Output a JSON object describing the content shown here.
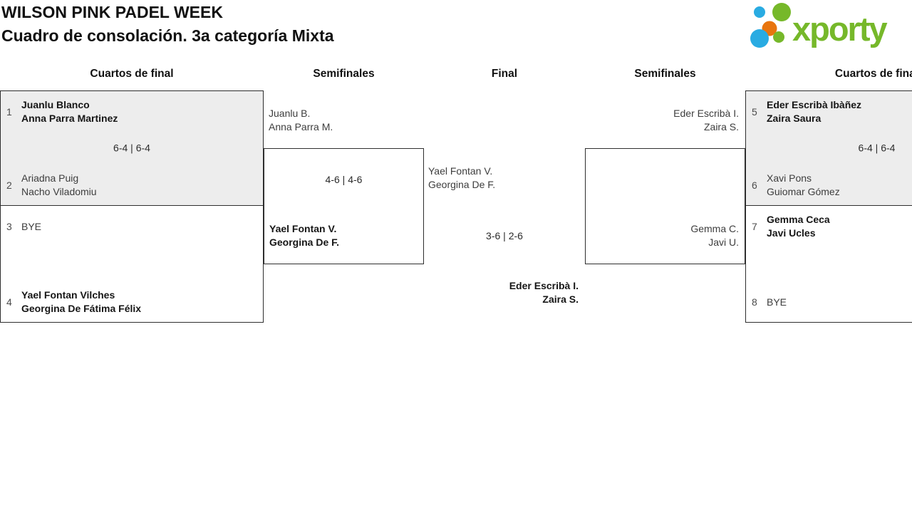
{
  "header": {
    "title": "WILSON PINK PADEL WEEK",
    "subtitle": "Cuadro de consolación. 3a categoría Mixta"
  },
  "logo": {
    "brand": "xporty"
  },
  "round_labels": {
    "quarterfinals": "Cuartos de final",
    "semifinals": "Semifinales",
    "final": "Final"
  },
  "colors": {
    "logo_green": "#76b82a",
    "logo_blue": "#29abe2",
    "logo_orange": "#e8750e",
    "winner_box_bg": "#ededed",
    "box_border": "#2e2e2e",
    "winner_text": "#161616",
    "regular_text": "#3d3d3d"
  },
  "bracket": {
    "qf_left_top": {
      "seed_top": "1",
      "team_top": [
        "Juanlu Blanco",
        "Anna Parra Martinez"
      ],
      "score": "6-4 | 6-4",
      "seed_bottom": "2",
      "team_bottom": [
        "Ariadna Puig",
        "Nacho Viladomiu"
      ]
    },
    "qf_left_bottom": {
      "seed_top": "3",
      "team_top": [
        "BYE"
      ],
      "seed_bottom": "4",
      "team_bottom": [
        "Yael Fontan Vilches",
        "Georgina De Fátima Félix"
      ]
    },
    "sf_left": {
      "team_top": [
        "Juanlu B.",
        "Anna Parra M."
      ],
      "score": "4-6 | 4-6",
      "team_bottom": [
        "Yael Fontan V.",
        "Georgina De F."
      ]
    },
    "final": {
      "team_top": [
        "Yael Fontan V.",
        "Georgina De F."
      ],
      "score": "3-6 | 2-6",
      "team_bottom": [
        "Eder Escribà I.",
        "Zaira S."
      ]
    },
    "sf_right": {
      "team_top": [
        "Eder Escribà I.",
        "Zaira S."
      ],
      "team_bottom": [
        "Gemma C.",
        "Javi U."
      ]
    },
    "qf_right_top": {
      "seed_top": "5",
      "team_top": [
        "Eder Escribà Ibàñez",
        "Zaira Saura"
      ],
      "score": "6-4 | 6-4",
      "seed_bottom": "6",
      "team_bottom": [
        "Xavi Pons",
        "Guiomar Gómez"
      ]
    },
    "qf_right_bottom": {
      "seed_top": "7",
      "team_top": [
        "Gemma Ceca",
        "Javi Ucles"
      ],
      "seed_bottom": "8",
      "team_bottom": [
        "BYE"
      ]
    }
  }
}
